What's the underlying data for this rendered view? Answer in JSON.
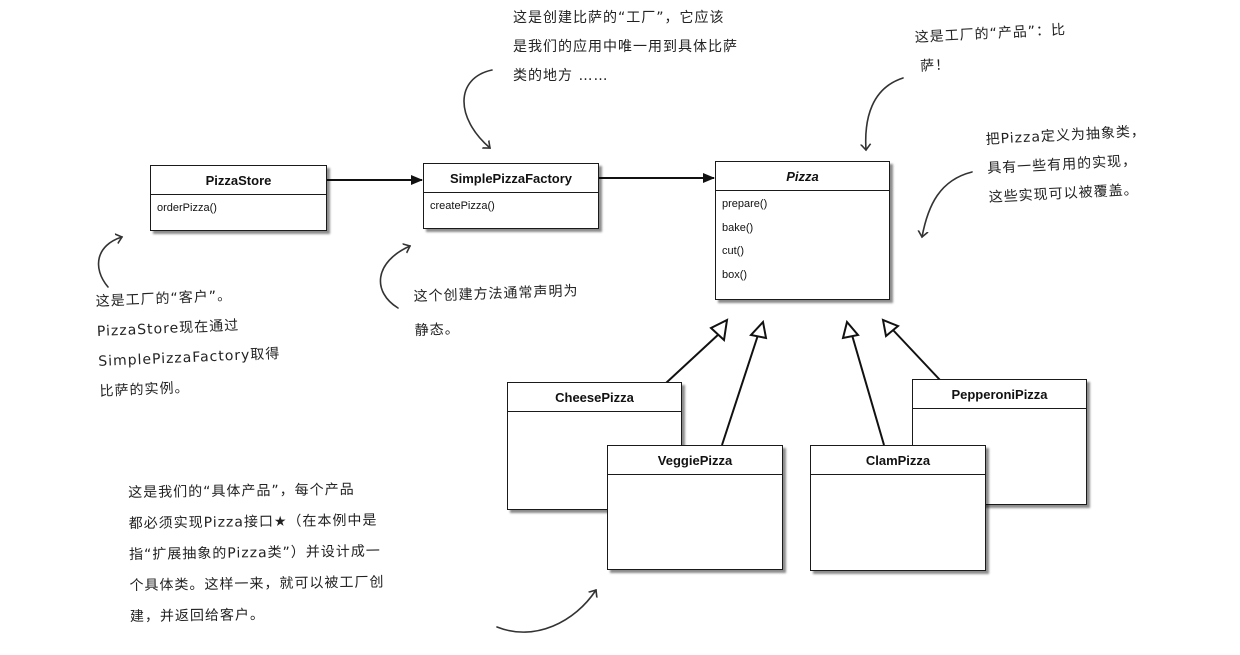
{
  "classes": {
    "pizza_store": {
      "name": "PizzaStore",
      "methods": [
        "orderPizza()"
      ]
    },
    "simple_pizza_factory": {
      "name": "SimplePizzaFactory",
      "methods": [
        "createPizza()"
      ]
    },
    "pizza": {
      "name": "Pizza",
      "methods": [
        "prepare()",
        "bake()",
        "cut()",
        "box()"
      ]
    },
    "cheese_pizza": {
      "name": "CheesePizza"
    },
    "veggie_pizza": {
      "name": "VeggiePizza"
    },
    "clam_pizza": {
      "name": "ClamPizza"
    },
    "pepperoni_pizza": {
      "name": "PepperoniPizza"
    }
  },
  "notes": {
    "factory_note": [
      "这是创建比萨的“工厂”，它应该",
      "是我们的应用中唯一用到具体比萨",
      "类的地方 ……"
    ],
    "product_note": [
      "这是工厂的“产品”：比",
      "萨！"
    ],
    "abstract_note": [
      "把Pizza定义为抽象类，",
      "具有一些有用的实现，",
      "这些实现可以被覆盖。"
    ],
    "client_note": [
      "这是工厂的“客户”。",
      "PizzaStore现在通过",
      "SimplePizzaFactory取得",
      "比萨的实例。"
    ],
    "static_note": [
      "这个创建方法通常声明为",
      "静态。"
    ],
    "concrete_note": [
      "这是我们的“具体产品”，每个产品",
      "都必须实现Pizza接口★（在本例中是",
      "指“扩展抽象的Pizza类”）并设计成一",
      "个具体类。这样一来，就可以被工厂创",
      "建，并返回给客户。"
    ]
  }
}
